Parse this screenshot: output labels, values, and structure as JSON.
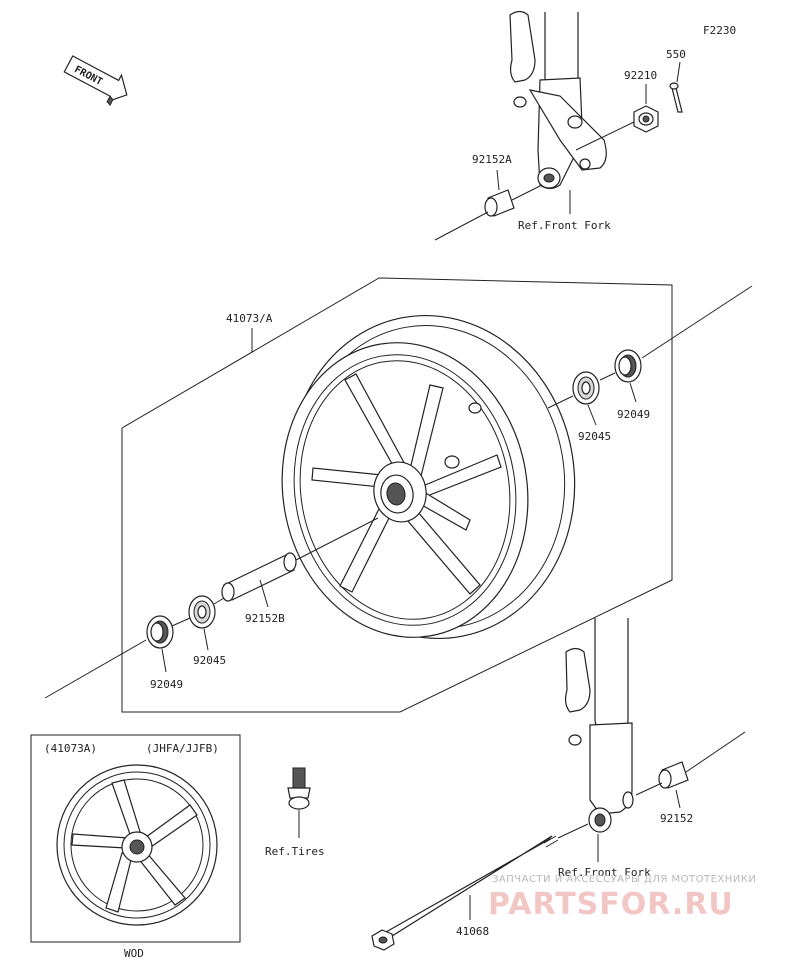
{
  "diagram_code": "F2230",
  "front_arrow_label": "FRONT",
  "parts": {
    "cotter_pin": "550",
    "axle_nut": "92210",
    "collar_upper": "92152A",
    "wheel_assembly": "41073/A",
    "seal_right": "92049",
    "bearing_right": "92045",
    "collar_center": "92152B",
    "bearing_left": "92045",
    "seal_left": "92049",
    "collar_left": "92152",
    "axle": "41068"
  },
  "refs": {
    "front_fork_upper": "Ref.Front Fork",
    "front_fork_lower": "Ref.Front Fork",
    "tires": "Ref.Tires"
  },
  "inset": {
    "part_label": "(41073A)",
    "models_label": "(JHFA/JJFB)",
    "color_code": "WOD"
  },
  "watermark": {
    "line1": "ЗАПЧАСТИ И АКСЕССУАРЫ ДЛЯ МОТОТЕХНИКИ",
    "line2": "PARTSFOR.RU"
  }
}
